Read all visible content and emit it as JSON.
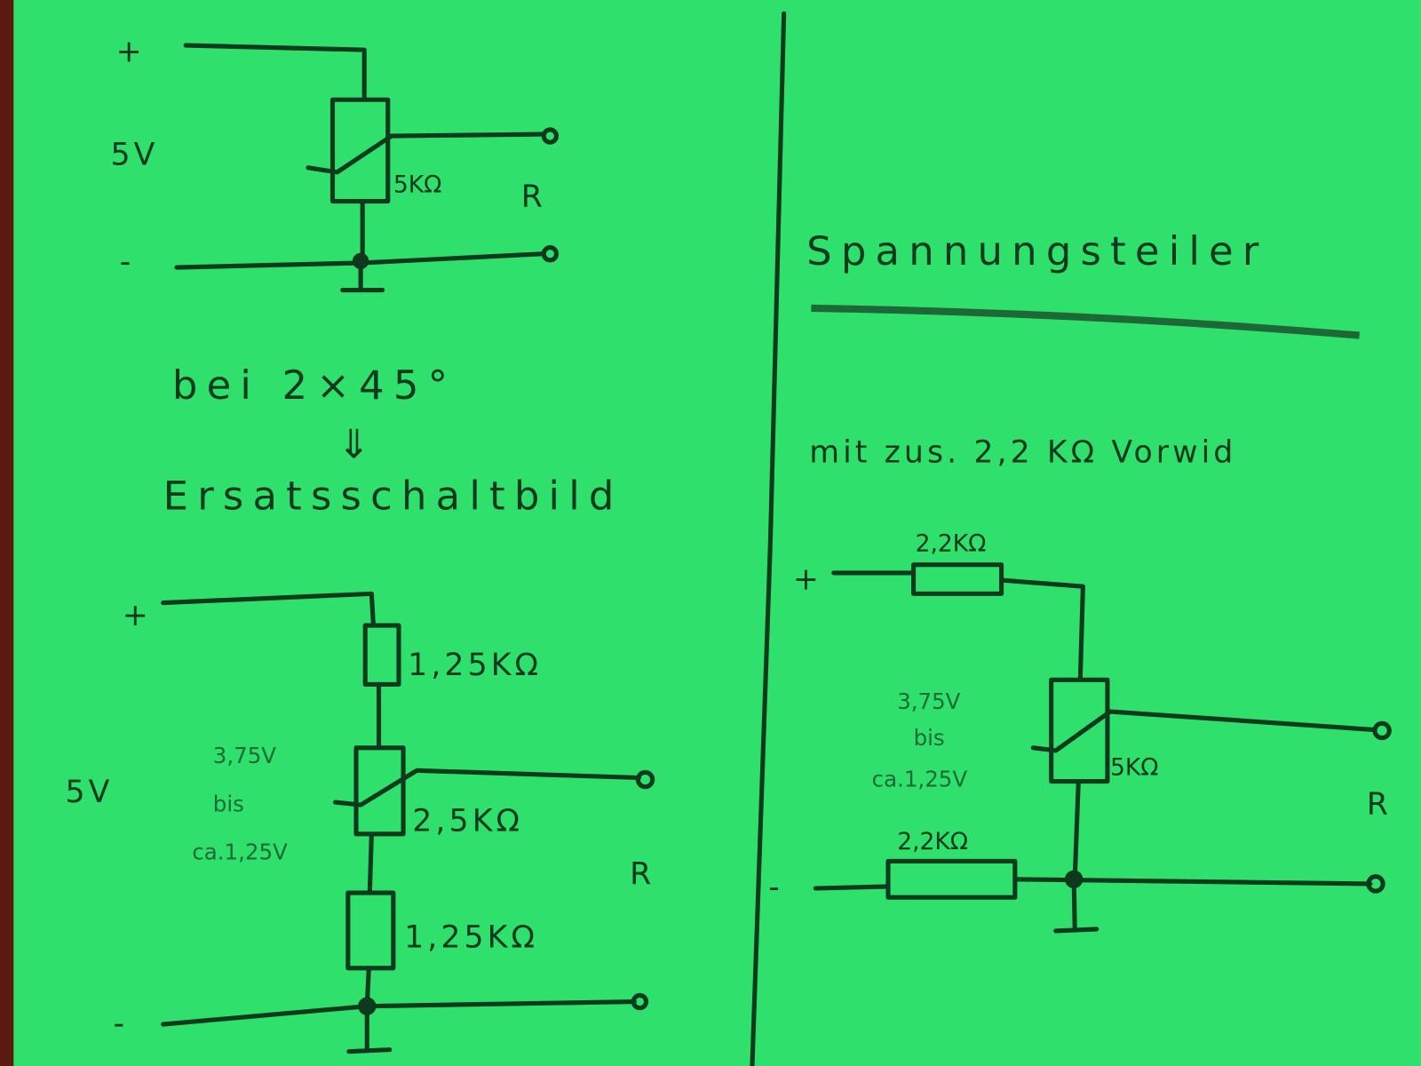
{
  "colors": {
    "paper": "#2fe06c",
    "ink": "#0d3a1c",
    "edge": "#5a1a10"
  },
  "left_top_circuit": {
    "plus": "+",
    "minus": "-",
    "voltage": "5V",
    "pot_value": "5KΩ",
    "output_label": "R"
  },
  "middle_note": {
    "line1": "bei 2×45°",
    "arrow": "⇓",
    "line2": "Ersatsschaltbild"
  },
  "left_bottom_circuit": {
    "plus": "+",
    "minus": "-",
    "voltage": "5V",
    "r_top": "1,25KΩ",
    "pot_value": "2,5KΩ",
    "r_bottom": "1,25KΩ",
    "range_high": "3,75V",
    "range_mid": "bis",
    "range_low": "ca.1,25V",
    "output_label": "R"
  },
  "right": {
    "title": "Spannungsteiler",
    "subtitle": "mit zus. 2,2 KΩ Vorwid",
    "circuit": {
      "plus": "+",
      "minus": "-",
      "r_top": "2,2KΩ",
      "r_bottom": "2,2KΩ",
      "pot_value": "5KΩ",
      "range_high": "3,75V",
      "range_mid": "bis",
      "range_low": "ca.1,25V",
      "output_label": "R"
    }
  }
}
